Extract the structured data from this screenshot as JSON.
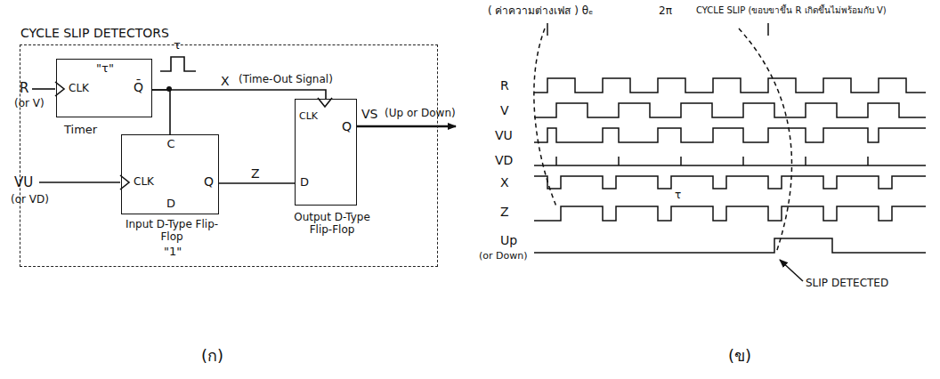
{
  "diagram": {
    "nodes": [
      {
        "text": [
          "CYCLE SLIP DETECTORS"
        ]
      },
      {
        "text": [
          "\"τ\"",
          "CLK",
          "Q̄",
          "Timer"
        ],
        "in": 0
      },
      {
        "text": [
          "C",
          "CLK",
          "Q",
          "D",
          "Input D-Type Flip-Flop"
        ],
        "in": 0
      },
      {
        "text": [
          "D",
          "CLK",
          "Q",
          "Output D-Type Flip-Flop"
        ],
        "in": 0
      }
    ],
    "edges": [
      {
        "from": 1,
        "to": 2,
        "arrow": "none"
      },
      {
        "from": 1,
        "to": 3,
        "label": "X",
        "arrow": "none"
      },
      {
        "from": 2,
        "to": 3,
        "label": "Z",
        "arrow": "none"
      }
    ],
    "labels": [
      "R",
      "(or V)",
      "VU",
      "(or VD)",
      "τ",
      "(Time-Out Signal)",
      "\"1\"",
      "VS",
      "(Up or Down)",
      "(ก)",
      "( ค่าความต่างเฟส ) θₑ",
      "2π",
      "CYCLE SLIP (ขอบขาขึ้น R เกิดขึ้นไม่พร้อมกับ V)",
      "R",
      "V",
      "VU",
      "VD",
      "X",
      "Z",
      "Up",
      "(or Down)",
      "τ",
      "SLIP DETECTED",
      "(ข)"
    ]
  }
}
